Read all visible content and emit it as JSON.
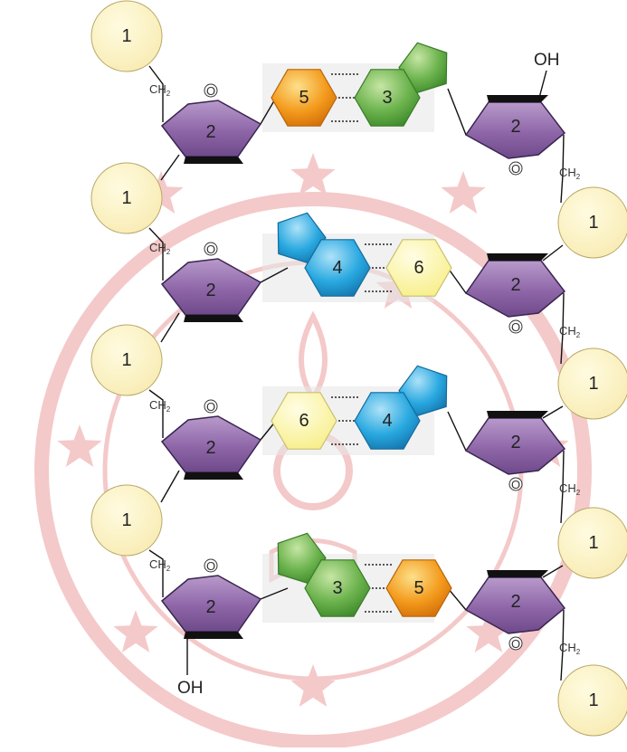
{
  "labels": {
    "phosphate": "1",
    "sugar": "2",
    "purine_a": "3",
    "purine_b": "4",
    "pyrimidine_a": "5",
    "pyrimidine_b": "6",
    "ring_oxygen": "O",
    "ch2": "CH",
    "ch2_sub": "2",
    "hydroxyl": "OH"
  },
  "colors": {
    "phosphate": "#fcf4c8",
    "sugar": "#8e66a8",
    "base_3": "#6ab24c",
    "base_4": "#28a8e0",
    "base_5": "#f39a1c",
    "base_6": "#fbf49a",
    "watermark": "#e88a8a"
  },
  "left_strand": {
    "phosphates": [
      "1",
      "1",
      "1",
      "1"
    ],
    "sugars": [
      "2",
      "2",
      "2",
      "2"
    ],
    "bases": [
      "5",
      "4",
      "6",
      "3"
    ],
    "end_label": "OH"
  },
  "right_strand": {
    "phosphates": [
      "1",
      "1",
      "1",
      "1"
    ],
    "sugars": [
      "2",
      "2",
      "2",
      "2"
    ],
    "bases": [
      "3",
      "6",
      "4",
      "5"
    ],
    "end_label": "OH"
  },
  "base_pairs": [
    {
      "left": "5",
      "right": "3"
    },
    {
      "left": "4",
      "right": "6"
    },
    {
      "left": "6",
      "right": "4"
    },
    {
      "left": "3",
      "right": "5"
    }
  ]
}
